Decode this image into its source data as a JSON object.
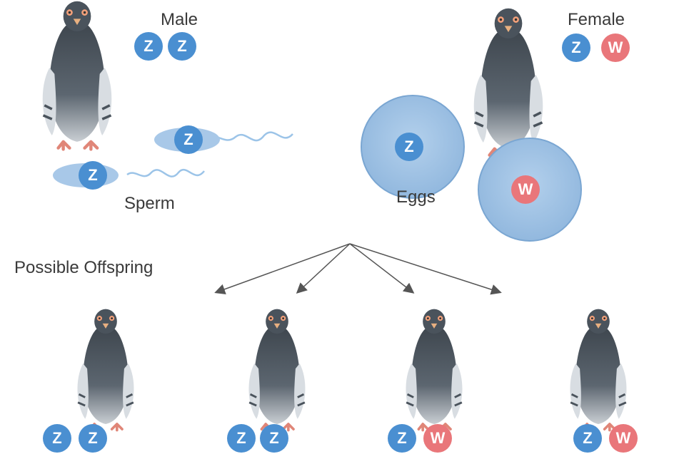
{
  "labels": {
    "male": "Male",
    "female": "Female",
    "sperm": "Sperm",
    "eggs": "Eggs",
    "offspring": "Possible Offspring"
  },
  "colors": {
    "z_chromosome": "#4a8fd1",
    "w_chromosome": "#e9767a",
    "egg_fill": "#a8c8e8",
    "pigeon_body": "#505a63",
    "pigeon_wing": "#d8dde2"
  },
  "parents": {
    "male": {
      "chromosomes": [
        "Z",
        "Z"
      ]
    },
    "female": {
      "chromosomes": [
        "Z",
        "W"
      ]
    }
  },
  "gametes": {
    "sperm": [
      "Z",
      "Z"
    ],
    "eggs": [
      "Z",
      "W"
    ]
  },
  "offspring": [
    {
      "chromosomes": [
        "Z",
        "Z"
      ]
    },
    {
      "chromosomes": [
        "Z",
        "Z"
      ]
    },
    {
      "chromosomes": [
        "Z",
        "W"
      ]
    },
    {
      "chromosomes": [
        "Z",
        "W"
      ]
    }
  ]
}
